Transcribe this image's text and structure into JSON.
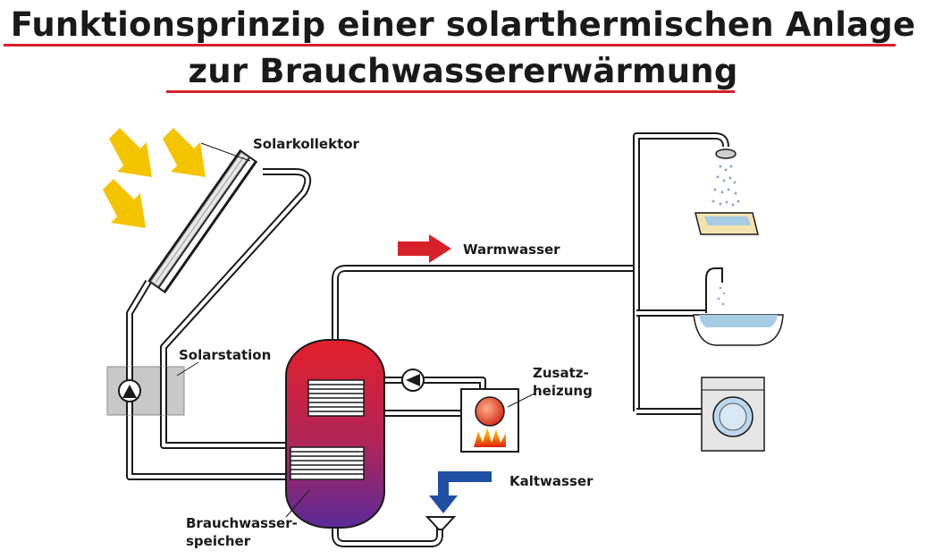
{
  "title": {
    "line1": "Funktionsprinzip einer solarthermischen Anlage",
    "line2": "zur Brauchwassererwärmung"
  },
  "labels": {
    "solarkollektor": "Solarkollektor",
    "solarstation": "Solarstation",
    "warmwasser": "Warmwasser",
    "zusatzheizung_1": "Zusatz-",
    "zusatzheizung_2": "heizung",
    "kaltwasser": "Kaltwasser",
    "speicher_1": "Brauchwasser-",
    "speicher_2": "speicher"
  },
  "colors": {
    "sun_arrow": "#f5c400",
    "warm_arrow": "#d6202a",
    "cold_arrow": "#1f4fa3",
    "tank_top": "#e3202a",
    "tank_bottom": "#5a2a9a",
    "station": "#c8c8c8"
  }
}
